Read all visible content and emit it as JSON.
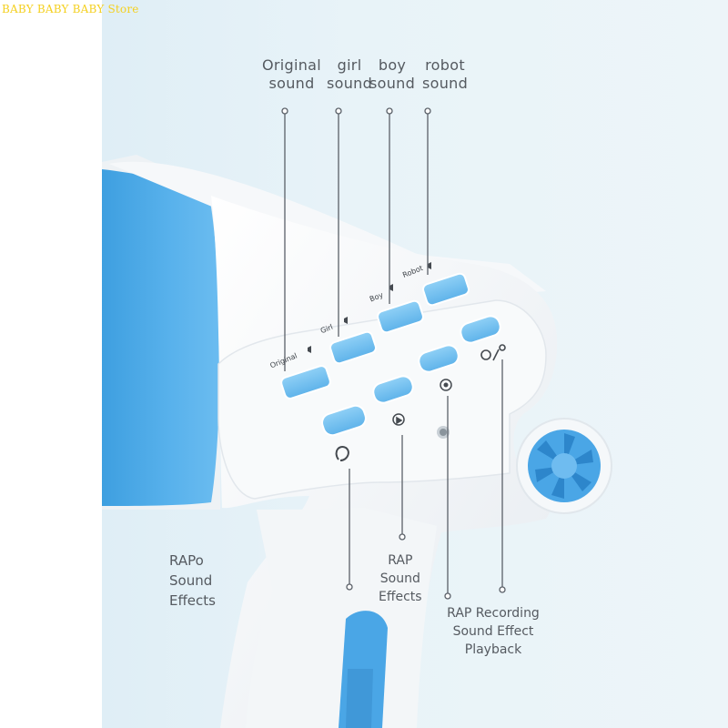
{
  "watermark": "BABY BABY BABY Store",
  "labels": {
    "original": {
      "line1": "Original",
      "line2": "sound"
    },
    "girl": {
      "line1": "girl",
      "line2": "sound"
    },
    "boy": {
      "line1": "boy",
      "line2": "sound"
    },
    "robot": {
      "line1": "robot",
      "line2": "sound"
    },
    "rap_effects": {
      "line1": "RAPo",
      "line2": "Sound",
      "line3": "Effects"
    },
    "rap_sound_effects": {
      "line1": "RAP",
      "line2": "Sound",
      "line3": "Effects"
    },
    "rap_recording": {
      "line1": "RAP Recording",
      "line2": "Sound Effect",
      "line3": "Playback"
    }
  },
  "button_labels": {
    "original": "Original",
    "girl": "Girl",
    "boy": "Boy",
    "robot": "Robot"
  },
  "colors": {
    "blue": "#4ea9e6",
    "button_blue": "#7cc6f2",
    "body_white": "#f4f6f8",
    "label_gray": "#555a60"
  }
}
